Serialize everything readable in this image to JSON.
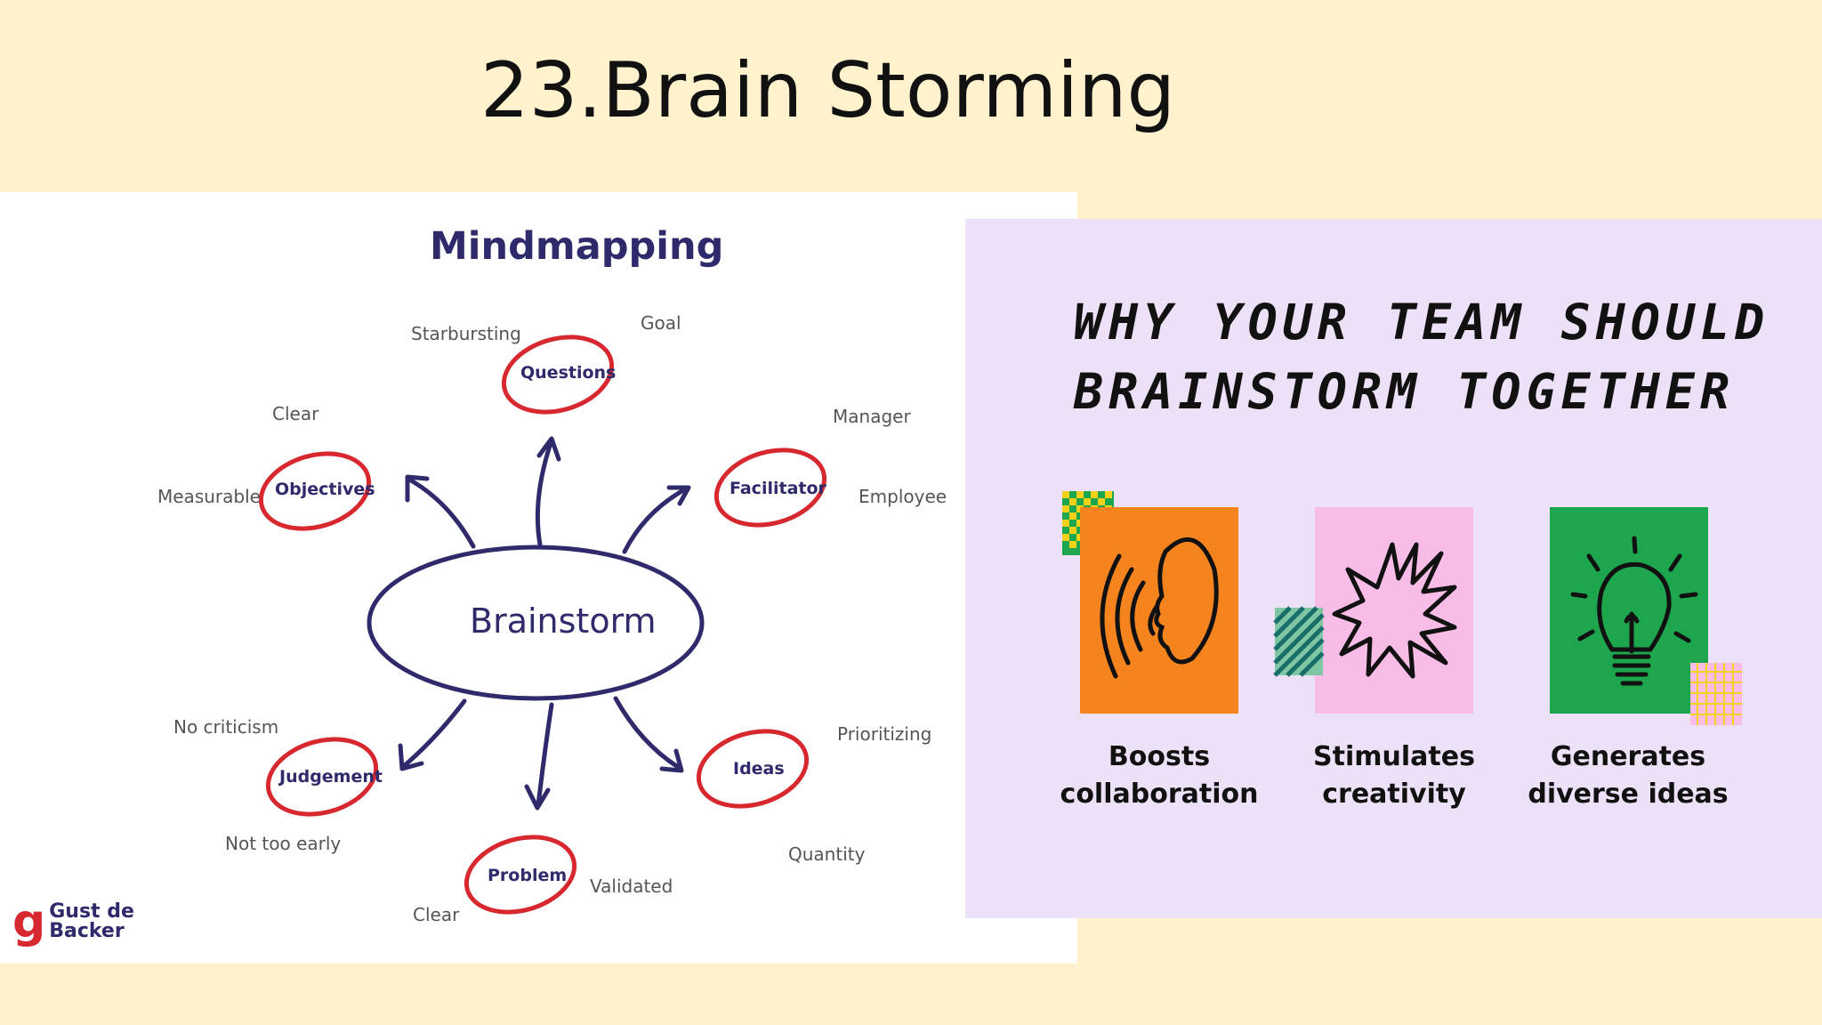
{
  "slide": {
    "title": "23.Brain Storming"
  },
  "mindmap": {
    "title": "Mindmapping",
    "center": "Brainstorm",
    "nodes": {
      "questions": "Questions",
      "facilitator": "Facilitator",
      "objectives": "Objectives",
      "judgement": "Judgement",
      "ideas": "Ideas",
      "problem": "Problem"
    },
    "labels": {
      "starbursting": "Starbursting",
      "goal": "Goal",
      "clear_top": "Clear",
      "manager": "Manager",
      "measurable": "Measurable",
      "employee": "Employee",
      "no_criticism": "No criticism",
      "prioritizing": "Prioritizing",
      "not_too_early": "Not too early",
      "quantity": "Quantity",
      "validated": "Validated",
      "clear_bottom": "Clear"
    },
    "logo": {
      "line1": "Gust de",
      "line2": "Backer"
    }
  },
  "infographic": {
    "heading_line1": "WHY YOUR TEAM SHOULD",
    "heading_line2": "BRAINSTORM TOGETHER",
    "cards": [
      {
        "line1": "Boosts",
        "line2": "collaboration",
        "color": "#f5841f",
        "icon": "speaking-head-icon"
      },
      {
        "line1": "Stimulates",
        "line2": "creativity",
        "color": "#f8bde6",
        "icon": "splash-flower-icon"
      },
      {
        "line1": "Generates",
        "line2": "diverse ideas",
        "color": "#1ea64f",
        "icon": "lightbulb-icon"
      }
    ]
  },
  "colors": {
    "background": "#fff2cd",
    "panel_purple": "#ece1f7",
    "navy": "#2e2a6b",
    "red": "#d7282f"
  }
}
